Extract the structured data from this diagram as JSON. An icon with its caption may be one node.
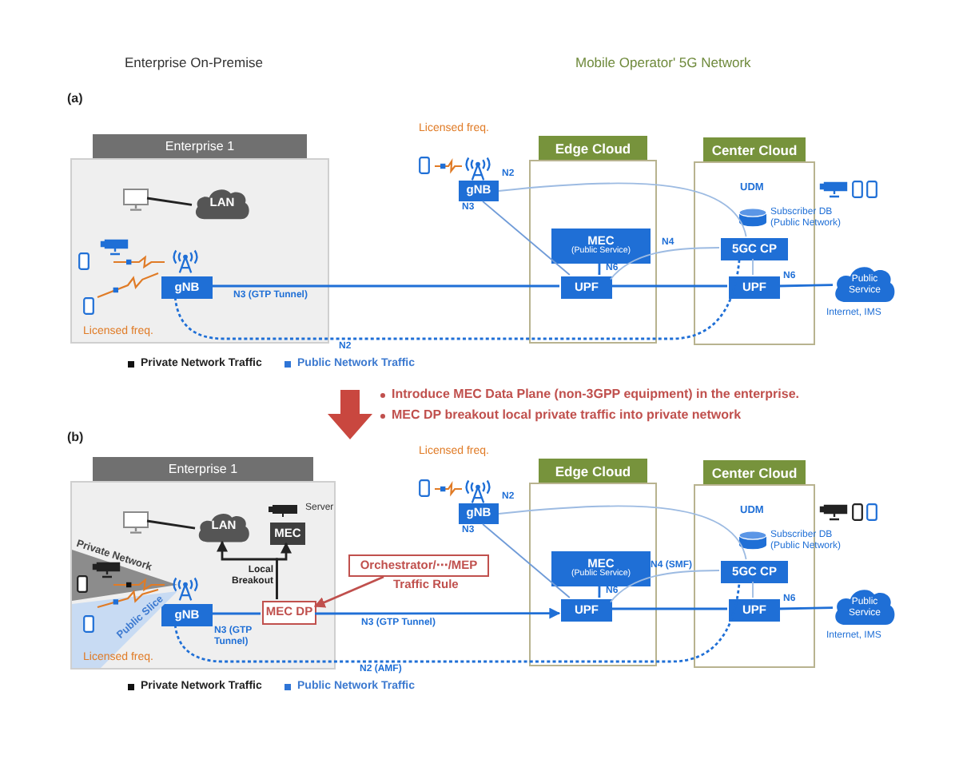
{
  "diagram": {
    "nodes": [
      {
        "text": [
          "Enterprise 1"
        ]
      },
      {
        "text": [],
        "shape": "monitor",
        "in": 0
      },
      {
        "text": [
          "LAN"
        ],
        "in": 0
      },
      {
        "text": [
          "gNB"
        ],
        "in": 0
      },
      {
        "text": [
          "gNB"
        ]
      },
      {
        "text": [
          "Edge Cloud"
        ]
      },
      {
        "text": [
          "MEC",
          "(Public Service)"
        ],
        "in": 5
      },
      {
        "text": [
          "UPF"
        ],
        "in": 5
      },
      {
        "text": [
          "Center Cloud"
        ]
      },
      {
        "text": [],
        "shape": "cylinder",
        "in": 8,
        "beside": [
          "Subscriber DB (Public Network)"
        ]
      },
      {
        "text": [
          "5GC CP"
        ],
        "in": 8
      },
      {
        "text": [
          "UPF"
        ],
        "in": 8
      },
      {
        "text": [
          "Public Service"
        ],
        "beside": [
          "Internet, IMS"
        ]
      },
      {
        "text": [
          "Enterprise 1"
        ]
      },
      {
        "text": [],
        "shape": "monitor",
        "in": 13
      },
      {
        "text": [
          "LAN"
        ],
        "in": 13
      },
      {
        "text": [
          "MEC"
        ],
        "in": 13,
        "beside": [
          "Server"
        ]
      },
      {
        "text": [
          "gNB"
        ],
        "in": 13
      },
      {
        "text": [
          "MEC DP"
        ],
        "in": 13
      },
      {
        "text": [
          "Orchestrator/⋯/MEP"
        ]
      },
      {
        "text": [
          "gNB"
        ]
      },
      {
        "text": [
          "Edge Cloud"
        ]
      },
      {
        "text": [
          "MEC",
          "(Public Service)"
        ],
        "in": 21
      },
      {
        "text": [
          "UPF"
        ],
        "in": 21
      },
      {
        "text": [
          "Center Cloud"
        ]
      },
      {
        "text": [],
        "shape": "cylinder",
        "in": 24,
        "beside": [
          "Subscriber DB (Public Network)"
        ]
      },
      {
        "text": [
          "5GC CP"
        ],
        "in": 24
      },
      {
        "text": [
          "UPF"
        ],
        "in": 24
      },
      {
        "text": [
          "Public Service"
        ],
        "beside": [
          "Internet, IMS"
        ]
      }
    ],
    "edges": [
      {
        "from": 1,
        "to": 2,
        "arrow": "none",
        "color": "#222222"
      },
      {
        "from": 3,
        "to": 7,
        "arrow": "none",
        "label": "N3 (GTP Tunnel)"
      },
      {
        "from": 3,
        "to": 10,
        "arrow": "none",
        "label": "N2",
        "style": "dashed"
      },
      {
        "from": 4,
        "to": 10,
        "arrow": "none",
        "label": "N2",
        "color": "#9dbbe2"
      },
      {
        "from": 4,
        "to": 7,
        "arrow": "none",
        "label": "N3",
        "color": "#6f9bd8"
      },
      {
        "from": 6,
        "to": 7,
        "arrow": "none",
        "label": "N6"
      },
      {
        "from": 7,
        "to": 10,
        "arrow": "none",
        "label": "N4",
        "color": "#9dbbe2"
      },
      {
        "from": 7,
        "to": 11,
        "arrow": "none"
      },
      {
        "from": 10,
        "to": 11,
        "arrow": "none",
        "color": "#9dbbe2"
      },
      {
        "from": 11,
        "to": 12,
        "arrow": "none",
        "label": "N6"
      },
      {
        "from": 14,
        "to": 15,
        "arrow": "none",
        "color": "#222222"
      },
      {
        "from": 18,
        "to": 15,
        "arrow": "to",
        "label": "Local Breakout",
        "color": "#222222"
      },
      {
        "from": 18,
        "to": 16,
        "arrow": "to",
        "color": "#222222"
      },
      {
        "from": 19,
        "to": 18,
        "arrow": "to",
        "label": "Traffic Rule",
        "color": "#c0504d"
      },
      {
        "from": 17,
        "to": 18,
        "arrow": "none",
        "label": "N3 (GTP Tunnel)"
      },
      {
        "from": 18,
        "to": 23,
        "arrow": "to",
        "label": "N3 (GTP Tunnel)"
      },
      {
        "from": 17,
        "to": 26,
        "arrow": "none",
        "label": "N2 (AMF)",
        "style": "dashed"
      },
      {
        "from": 20,
        "to": 26,
        "arrow": "none",
        "label": "N2",
        "color": "#9dbbe2"
      },
      {
        "from": 20,
        "to": 23,
        "arrow": "none",
        "label": "N3",
        "color": "#6f9bd8"
      },
      {
        "from": 22,
        "to": 23,
        "arrow": "none",
        "label": "N6"
      },
      {
        "from": 23,
        "to": 26,
        "arrow": "none",
        "label": "N4 (SMF)",
        "color": "#9dbbe2"
      },
      {
        "from": 23,
        "to": 27,
        "arrow": "none"
      },
      {
        "from": 26,
        "to": 27,
        "arrow": "none",
        "color": "#9dbbe2"
      },
      {
        "from": 27,
        "to": 28,
        "arrow": "none",
        "label": "N6"
      }
    ],
    "labels": [
      "Enterprise On-Premise",
      "Mobile Operator' 5G Network",
      "(a)",
      "Licensed freq.",
      "UDM",
      "Licensed freq.",
      "Introduce MEC Data Plane (non-3GPP equipment) in the enterprise.",
      "MEC DP breakout local private traffic into private network",
      "(b)",
      "Licensed freq.",
      "UDM",
      "Private Network",
      "Public Slice",
      "Licensed freq."
    ],
    "legend": [
      {
        "text": "Private Network Traffic",
        "color": "#111111"
      },
      {
        "text": "Public Network Traffic",
        "color": "#2e74d6"
      },
      {
        "text": "Private Network Traffic",
        "color": "#111111"
      },
      {
        "text": "Public Network Traffic",
        "color": "#2e74d6"
      }
    ]
  }
}
